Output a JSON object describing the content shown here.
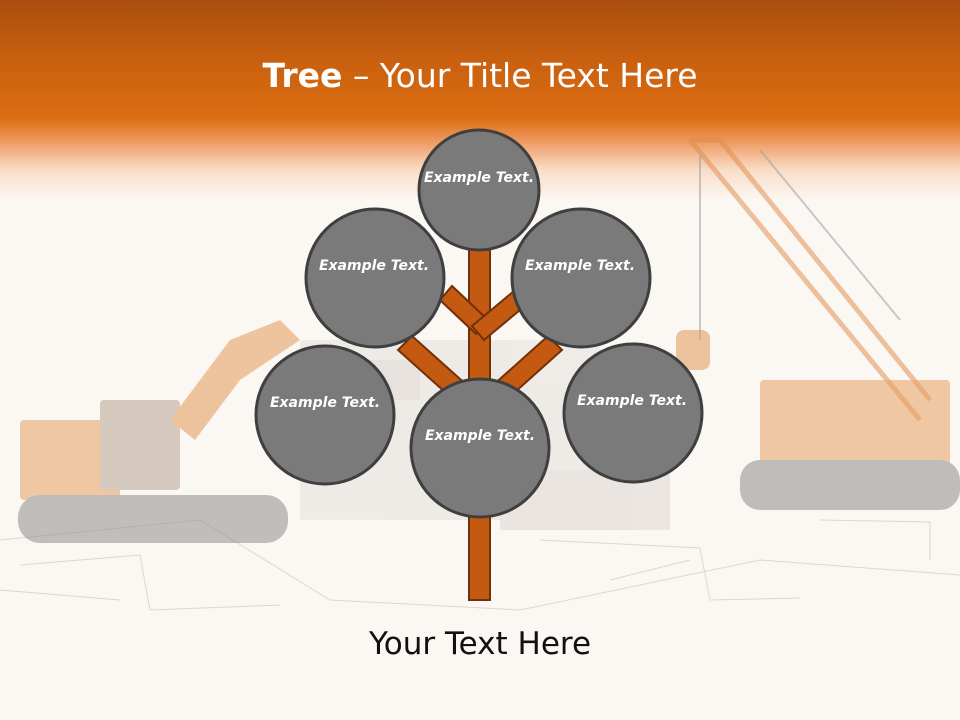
{
  "header": {
    "title_bold": "Tree",
    "title_dash": " – ",
    "title_rest": "Your Title Text Here",
    "color": "#d2650f"
  },
  "tree": {
    "trunk_color": "#c45a12",
    "node_color": "#7a7a7a",
    "nodes": [
      {
        "text": "Example Text."
      },
      {
        "text": "Example Text."
      },
      {
        "text": "Example Text."
      },
      {
        "text": "Example Text."
      },
      {
        "text": "Example Text."
      },
      {
        "text": "Example Text."
      }
    ]
  },
  "footer": {
    "text": "Your Text Here"
  }
}
